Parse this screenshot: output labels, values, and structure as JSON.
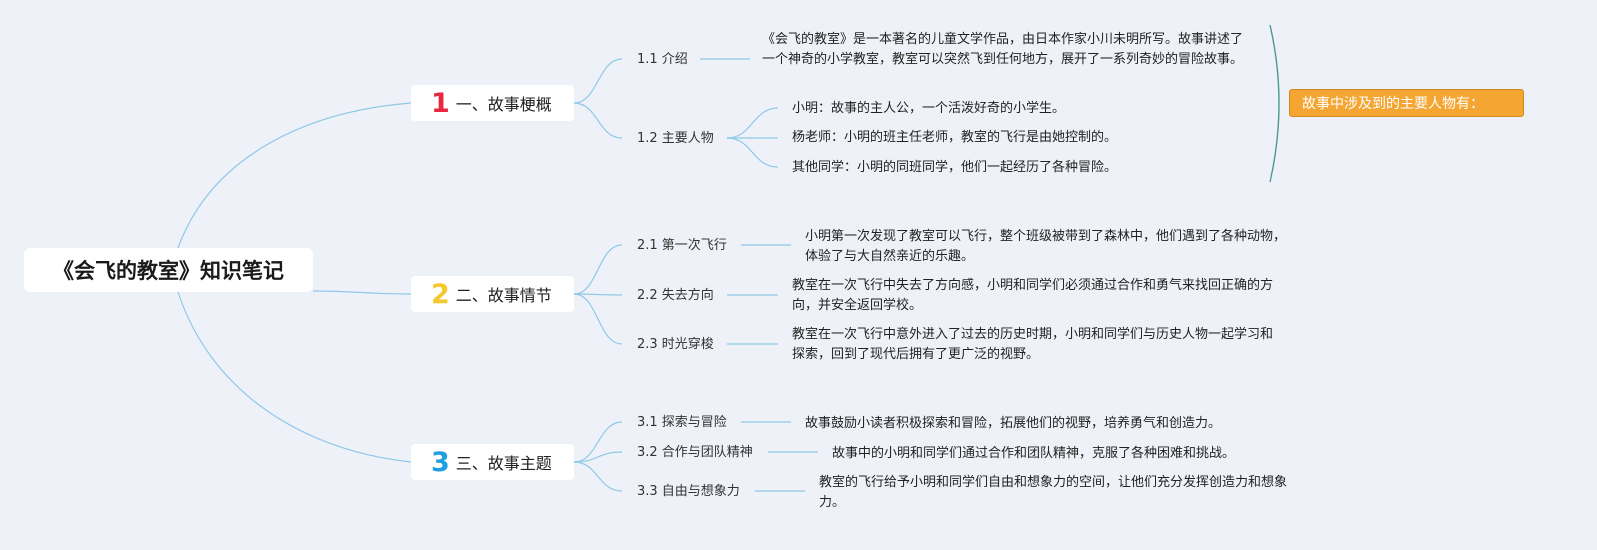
{
  "title": "《会飞的教室》知识笔记",
  "colors": {
    "link": "#8fc8e8",
    "bracket": "#4a9a8a",
    "num1": "#e8283f",
    "num2": "#f6c830",
    "num3": "#1e9fe0",
    "callout_bg": "#f5a531"
  },
  "topics": [
    {
      "num": "1",
      "label": "一、故事梗概",
      "subtopics": [
        {
          "label": "1.1 介绍",
          "details": [
            "《会飞的教室》是一本著名的儿童文学作品，由日本作家小川未明所写。故事讲述了一个神奇的小学教室，教室可以突然飞到任何地方，展开了一系列奇妙的冒险故事。"
          ]
        },
        {
          "label": "1.2 主要人物",
          "details": [
            "小明：故事的主人公，一个活泼好奇的小学生。",
            "杨老师：小明的班主任老师，教室的飞行是由她控制的。",
            "其他同学：小明的同班同学，他们一起经历了各种冒险。"
          ]
        }
      ]
    },
    {
      "num": "2",
      "label": "二、故事情节",
      "subtopics": [
        {
          "label": "2.1 第一次飞行",
          "details": [
            "小明第一次发现了教室可以飞行，整个班级被带到了森林中，他们遇到了各种动物，体验了与大自然亲近的乐趣。"
          ]
        },
        {
          "label": "2.2 失去方向",
          "details": [
            "教室在一次飞行中失去了方向感，小明和同学们必须通过合作和勇气来找回正确的方向，并安全返回学校。"
          ]
        },
        {
          "label": "2.3 时光穿梭",
          "details": [
            "教室在一次飞行中意外进入了过去的历史时期，小明和同学们与历史人物一起学习和探索，回到了现代后拥有了更广泛的视野。"
          ]
        }
      ]
    },
    {
      "num": "3",
      "label": "三、故事主题",
      "subtopics": [
        {
          "label": "3.1 探索与冒险",
          "details": [
            "故事鼓励小读者积极探索和冒险，拓展他们的视野，培养勇气和创造力。"
          ]
        },
        {
          "label": "3.2 合作与团队精神",
          "details": [
            "故事中的小明和同学们通过合作和团队精神，克服了各种困难和挑战。"
          ]
        },
        {
          "label": "3.3 自由与想象力",
          "details": [
            "教室的飞行给予小明和同学们自由和想象力的空间，让他们充分发挥创造力和想象力。"
          ]
        }
      ]
    }
  ],
  "callout": "故事中涉及到的主要人物有："
}
